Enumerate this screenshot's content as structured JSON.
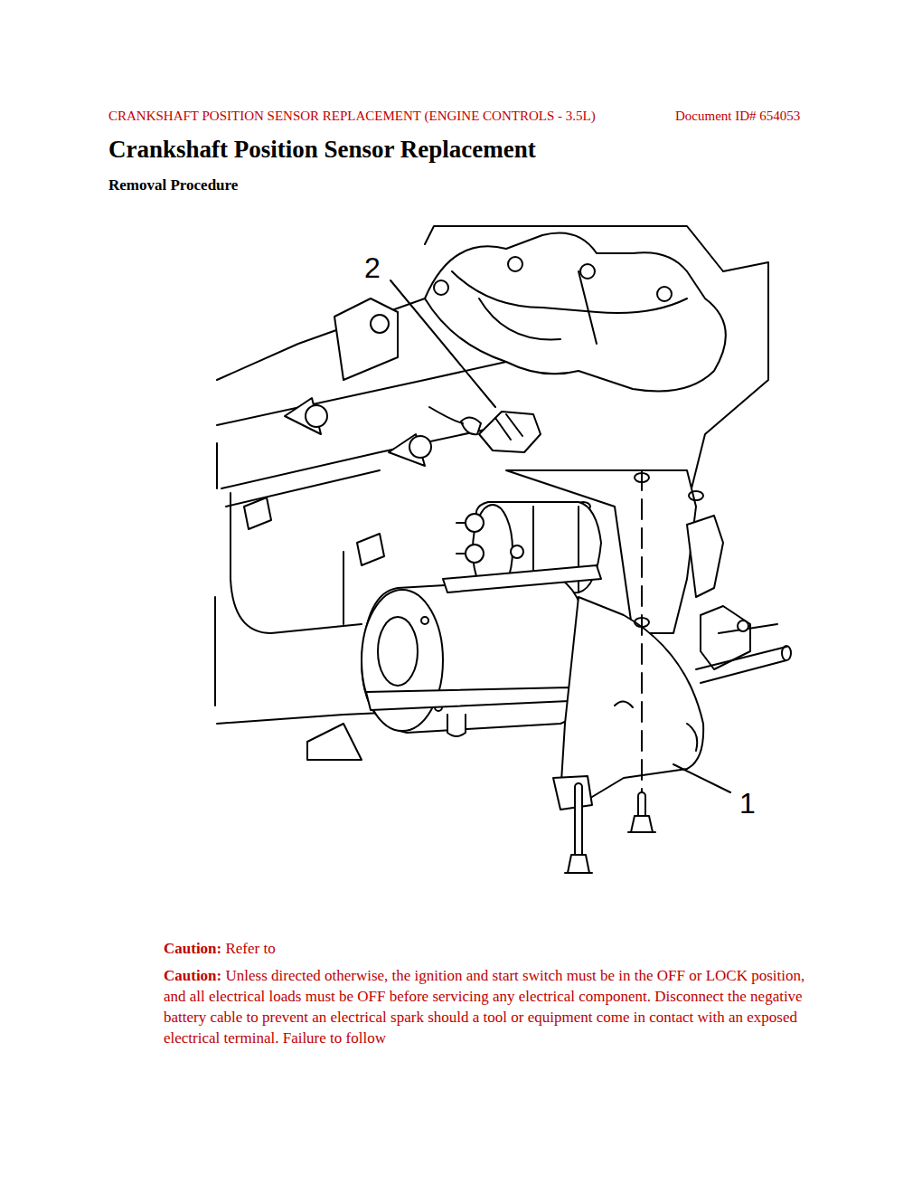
{
  "diagram": {
    "title": "Crankshaft Position Sensor Replacement",
    "labels": [
      "CRANKSHAFT POSITION SENSOR REPLACEMENT (ENGINE CONTROLS - 3.5L)",
      "Document ID# 654053",
      "Removal Procedure",
      "2",
      "1",
      "Caution:",
      "Refer to",
      "Caution:",
      "Unless directed otherwise, the ignition and start switch must be in the OFF or LOCK position, and all electrical loads must be OFF before servicing any electrical component. Disconnect the negative battery cable to prevent an electrical spark should a tool or equipment come in contact with an exposed electrical terminal. Failure to follow"
    ]
  }
}
